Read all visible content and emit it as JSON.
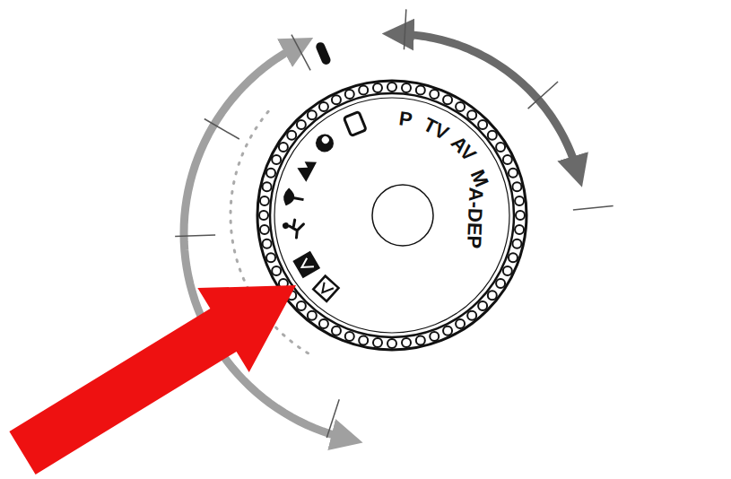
{
  "diagram": {
    "labels": [
      "P",
      "TV",
      "AV",
      "M",
      "A-DEP"
    ]
  }
}
